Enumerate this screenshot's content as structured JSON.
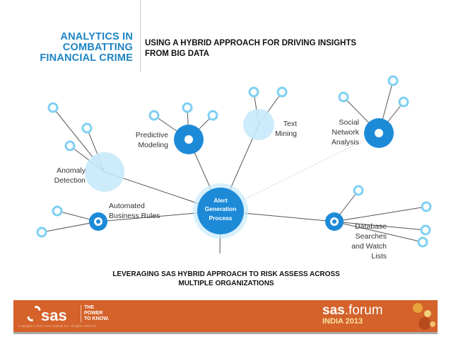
{
  "header": {
    "section_title": "ANALYTICS IN\nCOMBATTING\nFINANCIAL CRIME",
    "title": "USING A HYBRID APPROACH FOR DRIVING INSIGHTS\nFROM BIG DATA"
  },
  "diagram": {
    "center_lines": [
      "Alert",
      "Generation",
      "Process"
    ],
    "labels": {
      "predictive_modeling": [
        "Predictive",
        "Modeling"
      ],
      "text_mining": [
        "Text",
        "Mining"
      ],
      "social_network_analysis": [
        "Social",
        "Network",
        "Analysis"
      ],
      "anomaly_detection": [
        "Anomaly",
        "Detection"
      ],
      "automated_business_rules": [
        "Automated",
        "Business Rules"
      ],
      "database_searches": [
        "Database",
        "Searches",
        "and Watch",
        "Lists"
      ]
    }
  },
  "caption": "LEVERAGING SAS HYBRID APPROACH TO RISK ASSESS ACROSS\nMULTIPLE ORGANIZATIONS",
  "footer": {
    "brand": "sas",
    "tagline": "THE\nPOWER\nTO KNOW.",
    "copyright": "Copyright © 2013, SAS Institute Inc. All rights reserved.",
    "event_name_bold": "sas",
    "event_name_light": ".forum",
    "event_sub": "INDIA 2013"
  },
  "colors": {
    "accent_blue": "#1e84c6",
    "node_blue": "#1d8ad8",
    "halo_light_blue": "#c6e9fb",
    "footer_orange": "#d4622a"
  }
}
